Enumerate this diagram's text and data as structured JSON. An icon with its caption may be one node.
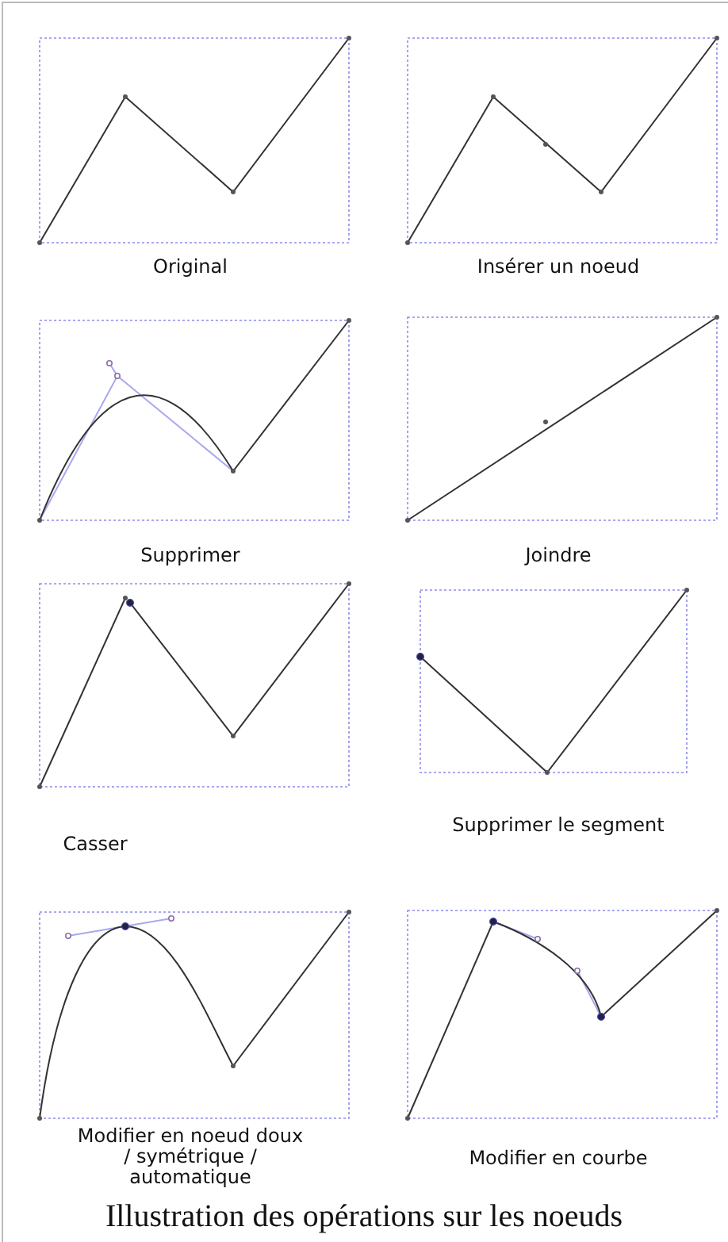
{
  "diagram": {
    "title": "Illustration des opérations sur les noeuds",
    "labels": [
      "Original",
      "Insérer un noeud",
      "Supprimer",
      "Joindre",
      "Casser",
      "Supprimer le segment",
      "Modifier en noeud doux / symétrique / automatique",
      "Modifier en courbe"
    ]
  }
}
